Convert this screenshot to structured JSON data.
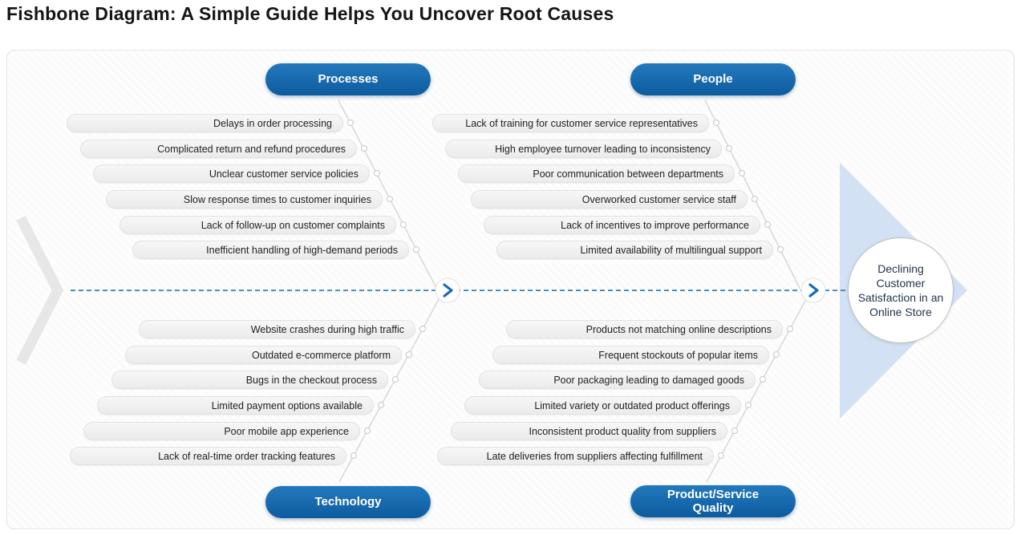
{
  "page": {
    "title": "Fishbone Diagram: A Simple Guide Helps You Uncover Root Causes"
  },
  "effect": {
    "label": "Declining Customer Satisfaction in an Online Store"
  },
  "branches": [
    {
      "label": "Processes",
      "position": "top-left",
      "causes": [
        "Delays in order processing",
        "Complicated return and refund procedures",
        "Unclear customer service policies",
        "Slow response times to customer inquiries",
        "Lack of follow-up on customer complaints",
        "Inefficient handling of high-demand periods"
      ]
    },
    {
      "label": "People",
      "position": "top-right",
      "causes": [
        "Lack of training for customer service representatives",
        "High employee turnover leading to inconsistency",
        "Poor communication between departments",
        "Overworked customer service staff",
        "Lack of incentives to improve performance",
        "Limited availability of multilingual support"
      ]
    },
    {
      "label": "Technology",
      "position": "bottom-left",
      "causes": [
        "Website crashes during high traffic",
        "Outdated e-commerce platform",
        "Bugs in the checkout process",
        "Limited payment options available",
        "Poor mobile app experience",
        "Lack of real-time order tracking features"
      ]
    },
    {
      "label": "Product/Service Quality",
      "position": "bottom-right",
      "causes": [
        "Products not matching online descriptions",
        "Frequent stockouts of popular items",
        "Poor packaging leading to damaged goods",
        "Limited variety or outdated product offerings",
        "Inconsistent product quality from suppliers",
        "Late deliveries from suppliers affecting fulfillment"
      ]
    }
  ],
  "colors": {
    "category_blue": "#136aae",
    "spine_blue": "#2e7fc1",
    "pill_background": "#f0f0f0",
    "effect_triangle_blue": "#cbdcf2"
  }
}
